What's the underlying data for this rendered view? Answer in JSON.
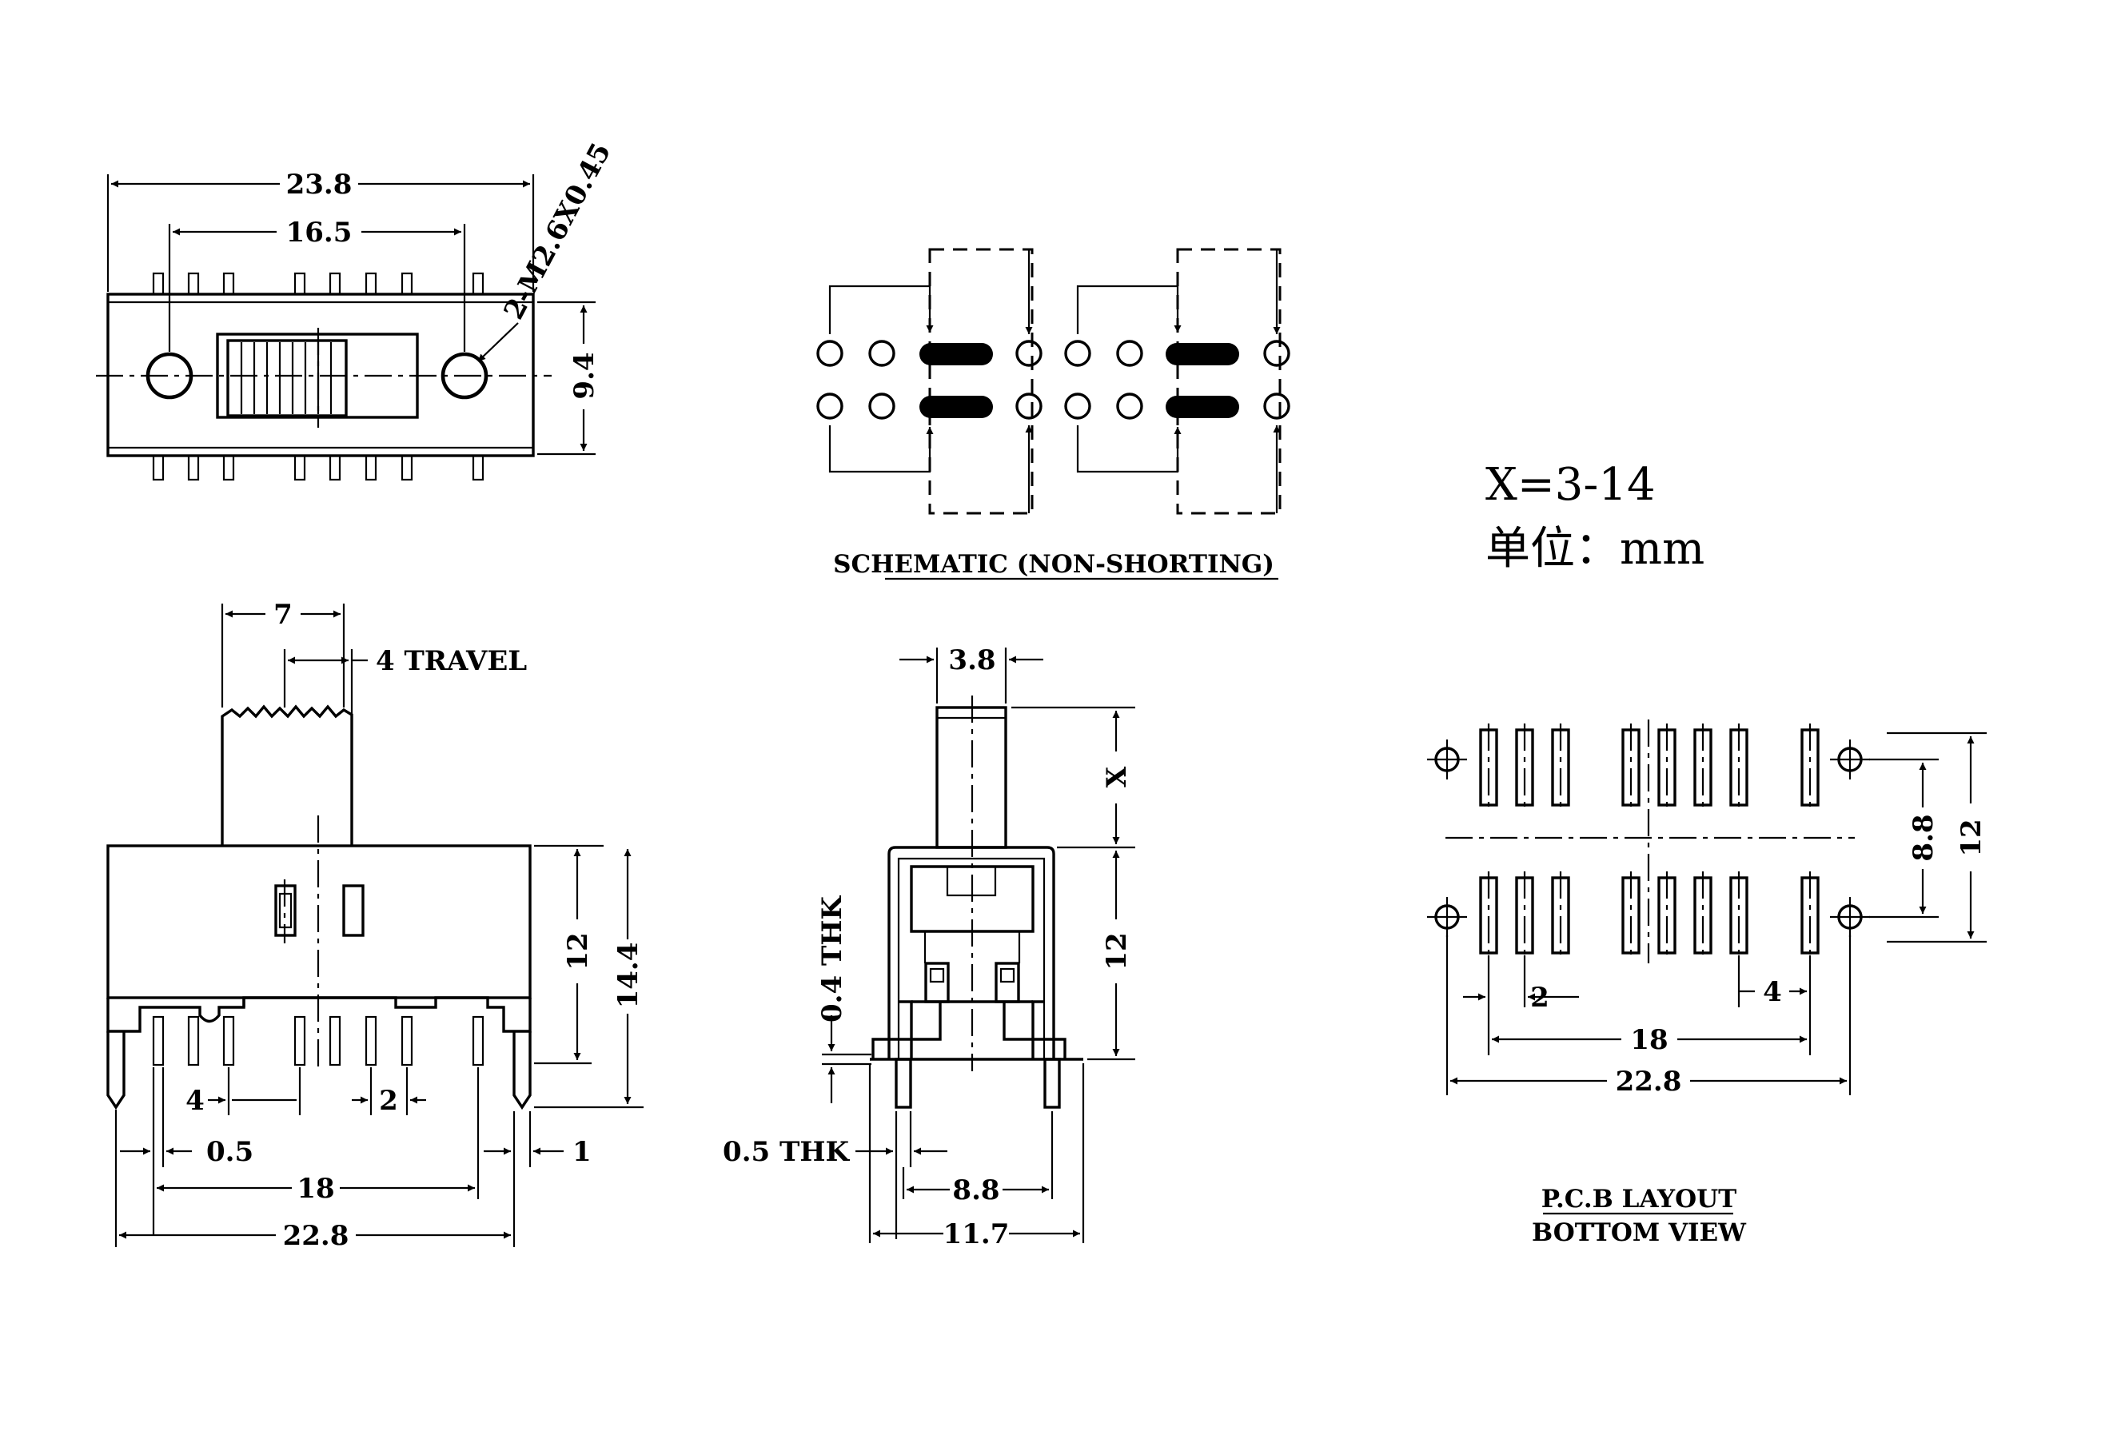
{
  "top_view": {
    "dim_overall_width": "23.8",
    "dim_hole_spacing": "16.5",
    "dim_hole_spec": "2-M2.6X0.45",
    "dim_height": "9.4"
  },
  "schematic": {
    "title": "SCHEMATIC (NON-SHORTING)"
  },
  "notes": {
    "x_range": "X=3-14",
    "unit": "单位：mm"
  },
  "front_view": {
    "dim_actuator_width": "7",
    "dim_travel": "4 TRAVEL",
    "dim_body_height": "12",
    "dim_total_height": "14.4",
    "dim_pitch_4": "4",
    "dim_pitch_2": "2",
    "dim_pin_0_5": "0.5",
    "dim_tab_1": "1",
    "dim_span_18": "18",
    "dim_span_22_8": "22.8"
  },
  "side_view": {
    "dim_actuator_width": "3.8",
    "dim_actuator_height": "X",
    "dim_body_height": "12",
    "dim_frame_thk": "0.4 THK",
    "dim_pin_thk": "0.5 THK",
    "dim_pin_span": "8.8",
    "dim_overall": "11.7"
  },
  "pcb_layout": {
    "title_line1": "P.C.B LAYOUT",
    "title_line2": "BOTTOM VIEW",
    "dim_row_spacing": "8.8",
    "dim_hole_spacing": "12",
    "dim_pitch_2": "2",
    "dim_pitch_4": "4",
    "dim_span_18": "18",
    "dim_span_22_8": "22.8"
  }
}
